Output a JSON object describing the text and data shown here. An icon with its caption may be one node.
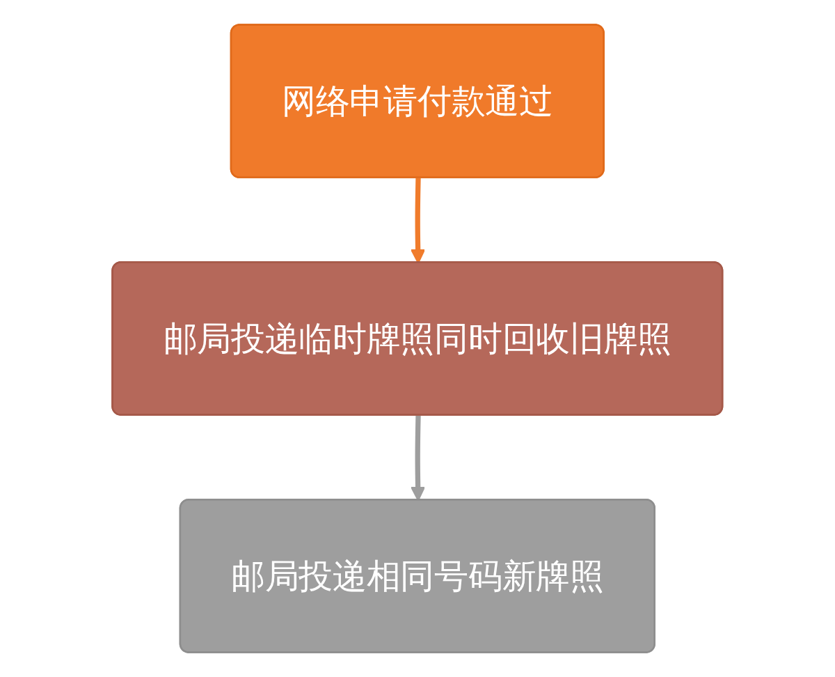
{
  "diagram": {
    "nodes": [
      {
        "text": [
          "网络申请付款通过"
        ]
      },
      {
        "text": [
          "邮局投递临时牌照同时回收旧牌照"
        ]
      },
      {
        "text": [
          "邮局投递相同号码新牌照"
        ]
      }
    ],
    "edges": [
      {
        "from": 0,
        "to": 1,
        "arrow": "to",
        "color": "#f07c2c"
      },
      {
        "from": 1,
        "to": 2,
        "arrow": "to",
        "color": "#9e9e9e"
      }
    ]
  }
}
